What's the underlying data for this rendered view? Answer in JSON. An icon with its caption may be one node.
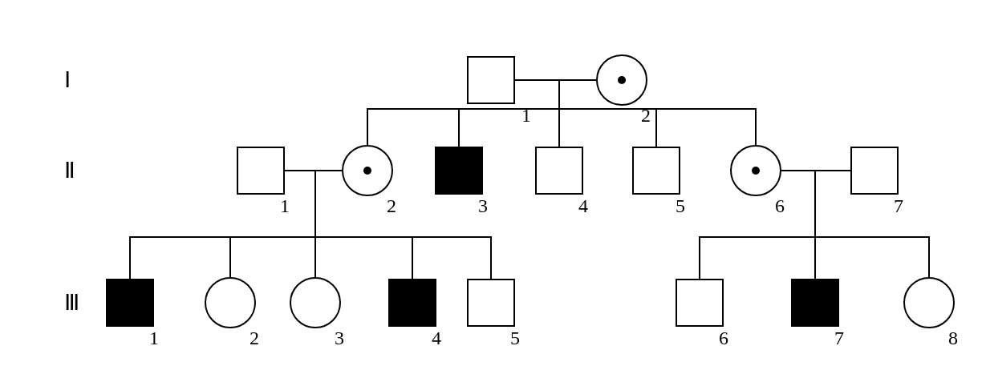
{
  "diagram": {
    "nodes": [
      {
        "text": [],
        "shape": "box",
        "beside": [
          "1"
        ]
      },
      {
        "text": [],
        "shape": "dot-circle",
        "beside": [
          "2"
        ]
      },
      {
        "text": [],
        "shape": "box",
        "beside": [
          "1"
        ]
      },
      {
        "text": [],
        "shape": "dot-circle",
        "beside": [
          "2"
        ]
      },
      {
        "text": [],
        "shape": "filled-box",
        "beside": [
          "3"
        ]
      },
      {
        "text": [],
        "shape": "box",
        "beside": [
          "4"
        ]
      },
      {
        "text": [],
        "shape": "box",
        "beside": [
          "5"
        ]
      },
      {
        "text": [],
        "shape": "dot-circle",
        "beside": [
          "6"
        ]
      },
      {
        "text": [],
        "shape": "box",
        "beside": [
          "7"
        ]
      },
      {
        "text": [],
        "shape": "filled-box",
        "beside": [
          "1"
        ]
      },
      {
        "text": [],
        "shape": "circle",
        "beside": [
          "2"
        ]
      },
      {
        "text": [],
        "shape": "circle",
        "beside": [
          "3"
        ]
      },
      {
        "text": [],
        "shape": "filled-box",
        "beside": [
          "4"
        ]
      },
      {
        "text": [],
        "shape": "box",
        "beside": [
          "5"
        ]
      },
      {
        "text": [],
        "shape": "box",
        "beside": [
          "6"
        ]
      },
      {
        "text": [],
        "shape": "filled-box",
        "beside": [
          "7"
        ]
      },
      {
        "text": [],
        "shape": "circle",
        "beside": [
          "8"
        ]
      }
    ],
    "edges": [
      {
        "from": 0,
        "to": 1,
        "arrow": "none"
      },
      {
        "from": 2,
        "to": 3,
        "arrow": "none"
      },
      {
        "from": 7,
        "to": 8,
        "arrow": "none"
      },
      {
        "from": 0,
        "to": 3,
        "arrow": "none"
      },
      {
        "from": 1,
        "to": 3,
        "arrow": "none"
      },
      {
        "from": 0,
        "to": 4,
        "arrow": "none"
      },
      {
        "from": 1,
        "to": 4,
        "arrow": "none"
      },
      {
        "from": 0,
        "to": 5,
        "arrow": "none"
      },
      {
        "from": 1,
        "to": 5,
        "arrow": "none"
      },
      {
        "from": 0,
        "to": 6,
        "arrow": "none"
      },
      {
        "from": 1,
        "to": 6,
        "arrow": "none"
      },
      {
        "from": 0,
        "to": 7,
        "arrow": "none"
      },
      {
        "from": 1,
        "to": 7,
        "arrow": "none"
      },
      {
        "from": 2,
        "to": 9,
        "arrow": "none"
      },
      {
        "from": 3,
        "to": 9,
        "arrow": "none"
      },
      {
        "from": 2,
        "to": 10,
        "arrow": "none"
      },
      {
        "from": 3,
        "to": 10,
        "arrow": "none"
      },
      {
        "from": 2,
        "to": 11,
        "arrow": "none"
      },
      {
        "from": 3,
        "to": 11,
        "arrow": "none"
      },
      {
        "from": 2,
        "to": 12,
        "arrow": "none"
      },
      {
        "from": 3,
        "to": 12,
        "arrow": "none"
      },
      {
        "from": 2,
        "to": 13,
        "arrow": "none"
      },
      {
        "from": 3,
        "to": 13,
        "arrow": "none"
      },
      {
        "from": 7,
        "to": 14,
        "arrow": "none"
      },
      {
        "from": 8,
        "to": 14,
        "arrow": "none"
      },
      {
        "from": 7,
        "to": 15,
        "arrow": "none"
      },
      {
        "from": 8,
        "to": 15,
        "arrow": "none"
      },
      {
        "from": 7,
        "to": 16,
        "arrow": "none"
      },
      {
        "from": 8,
        "to": 16,
        "arrow": "none"
      }
    ],
    "labels": [
      "Ⅰ",
      "Ⅱ",
      "Ⅲ"
    ]
  }
}
